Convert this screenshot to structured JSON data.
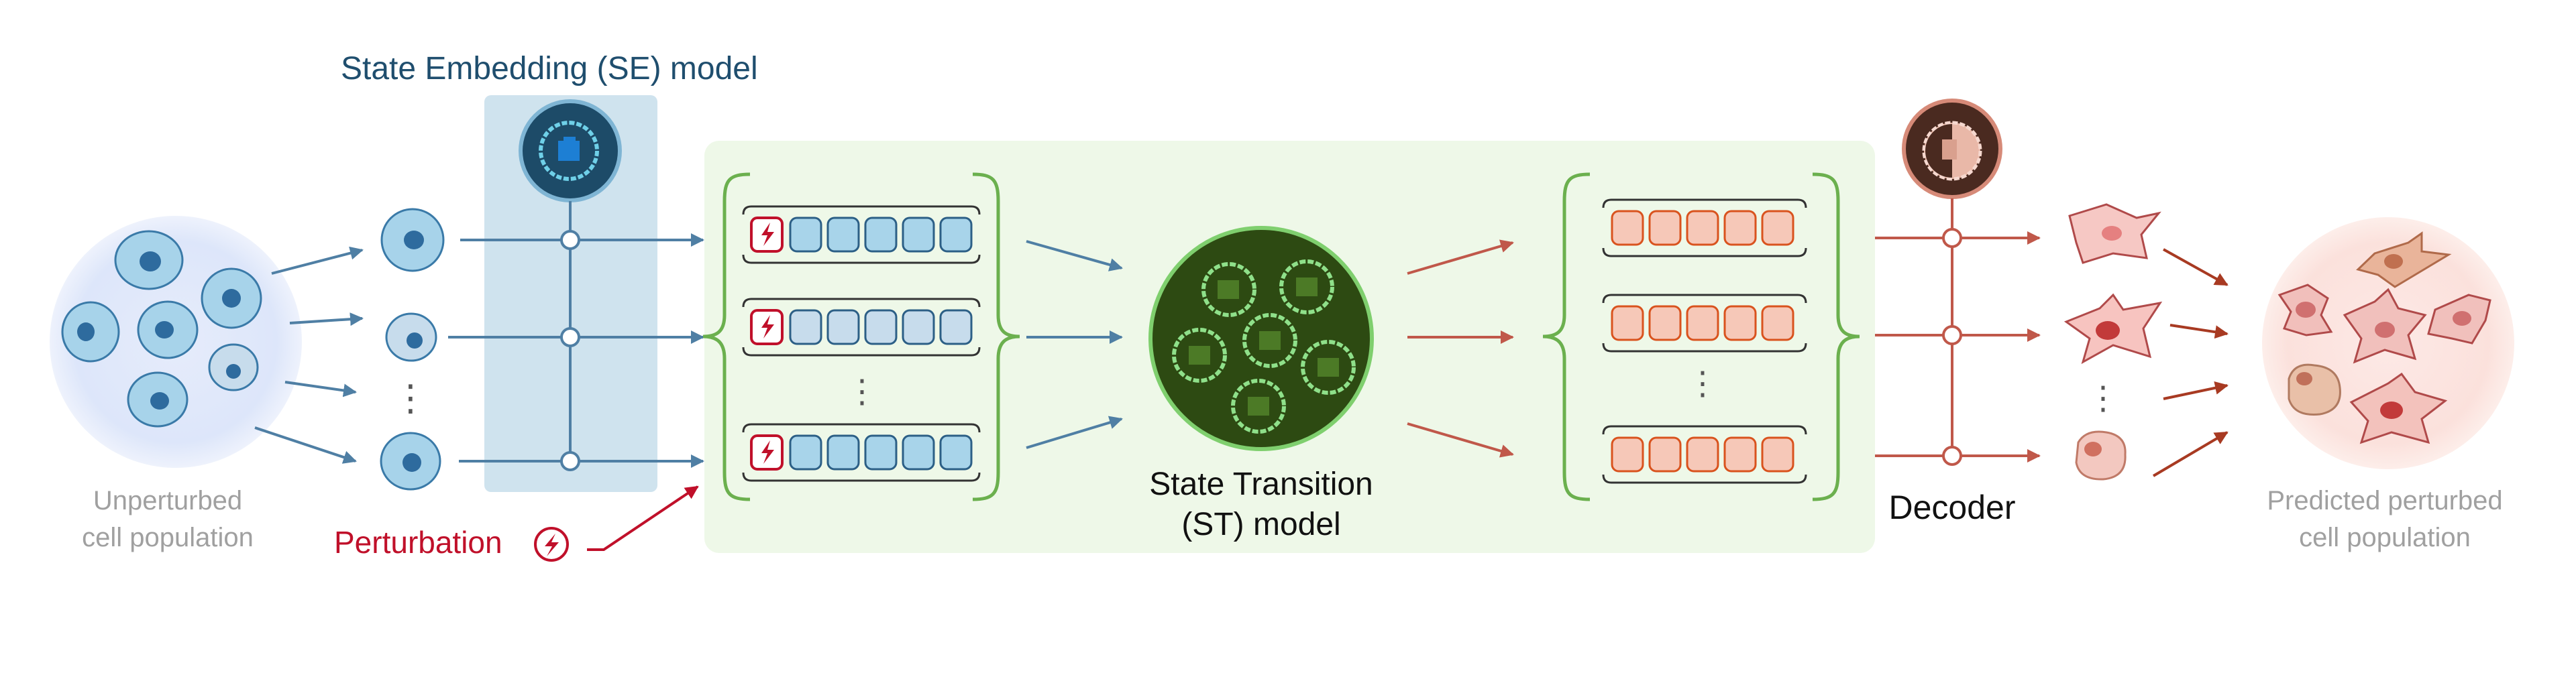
{
  "labels": {
    "se_model": "State Embedding (SE) model",
    "st_model_line1": "State Transition",
    "st_model_line2": "(ST) model",
    "decoder": "Decoder",
    "perturbation": "Perturbation",
    "unperturbed_line1": "Unperturbed",
    "unperturbed_line2": "cell population",
    "predicted_line1": "Predicted perturbed",
    "predicted_line2": "cell population",
    "ellipsis": "⋮"
  },
  "colors": {
    "se_blue": "#1f4e6e",
    "se_panel": "#cfe3ee",
    "st_panel": "#eef8e8",
    "st_core": "#2d4a12",
    "st_ring": "#8fe08a",
    "perturbation_red": "#c0102a",
    "decoder_brown": "#4a2a20",
    "token_blue": "#a8d4ea",
    "token_orange": "#f6c8b8",
    "arrow_blue": "#4f7fa4",
    "arrow_red": "#c0584a",
    "grey_text": "#a0a0a0",
    "brace_green": "#6bb04e"
  },
  "icons": {
    "se_icon": "embedding-cell-icon",
    "decoder_icon": "decoder-cell-icon",
    "perturbation_icon": "lightning-icon"
  }
}
